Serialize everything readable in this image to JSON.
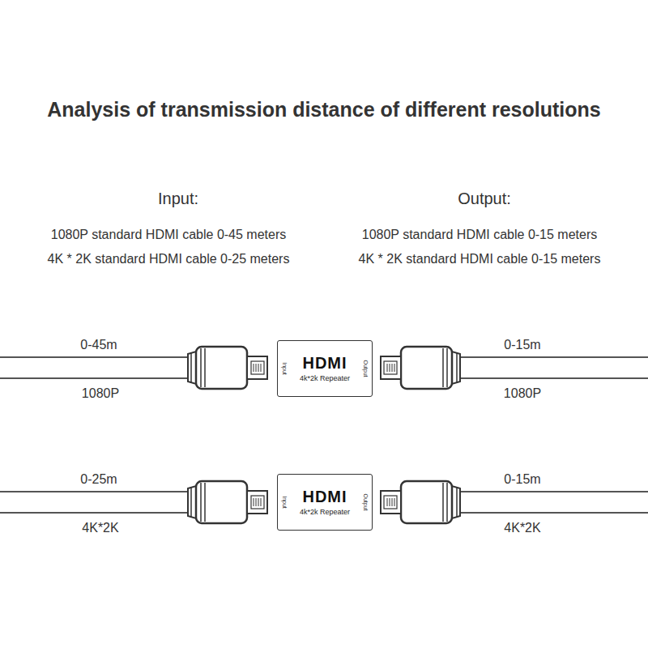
{
  "diagram": {
    "title": "Analysis of transmission distance of different resolutions",
    "nodes": [
      {
        "text": [
          "HDMI",
          "4k*2k Repeater",
          "Input",
          "Output"
        ]
      },
      {
        "text": [
          "HDMI",
          "4k*2k Repeater",
          "Input",
          "Output"
        ]
      }
    ],
    "labels": [
      "Input:",
      "1080P standard HDMI cable 0-45 meters",
      "4K * 2K standard HDMI cable 0-25 meters",
      "Output:",
      "1080P standard HDMI cable 0-15 meters",
      "4K * 2K standard HDMI cable 0-15 meters",
      "0-45m",
      "1080P",
      "0-15m",
      "1080P",
      "0-25m",
      "4K*2K",
      "0-15m",
      "4K*2K"
    ]
  }
}
